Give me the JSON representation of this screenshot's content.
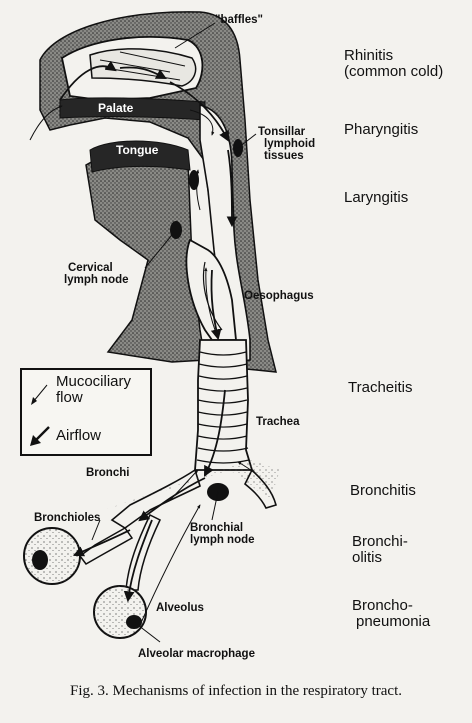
{
  "labels": {
    "baffles": "\"baffles\"",
    "palate": "Palate",
    "tongue": "Tongue",
    "tonsillar": [
      "Tonsillar",
      "lymphoid",
      "tissues"
    ],
    "cervical": [
      "Cervical",
      "lymph node"
    ],
    "oesophagus": "Oesophagus",
    "trachea": "Trachea",
    "bronchi": "Bronchi",
    "bronchioles": "Bronchioles",
    "bronchial_node": [
      "Bronchial",
      "lymph node"
    ],
    "alveolus": "Alveolus",
    "alveolar_macrophage": "Alveolar macrophage"
  },
  "illnesses": [
    [
      "Rhinitis",
      "(common cold)"
    ],
    [
      "Pharyngitis"
    ],
    [
      "Laryngitis"
    ],
    [
      "Tracheitis"
    ],
    [
      "Bronchitis"
    ],
    [
      "Bronchi-",
      "olitis"
    ],
    [
      "Broncho-",
      "pneumonia"
    ]
  ],
  "legend": {
    "mucociliary": [
      "Mucociliary",
      "flow"
    ],
    "airflow": "Airflow"
  },
  "caption": "Fig. 3. Mechanisms of infection in the respiratory tract."
}
